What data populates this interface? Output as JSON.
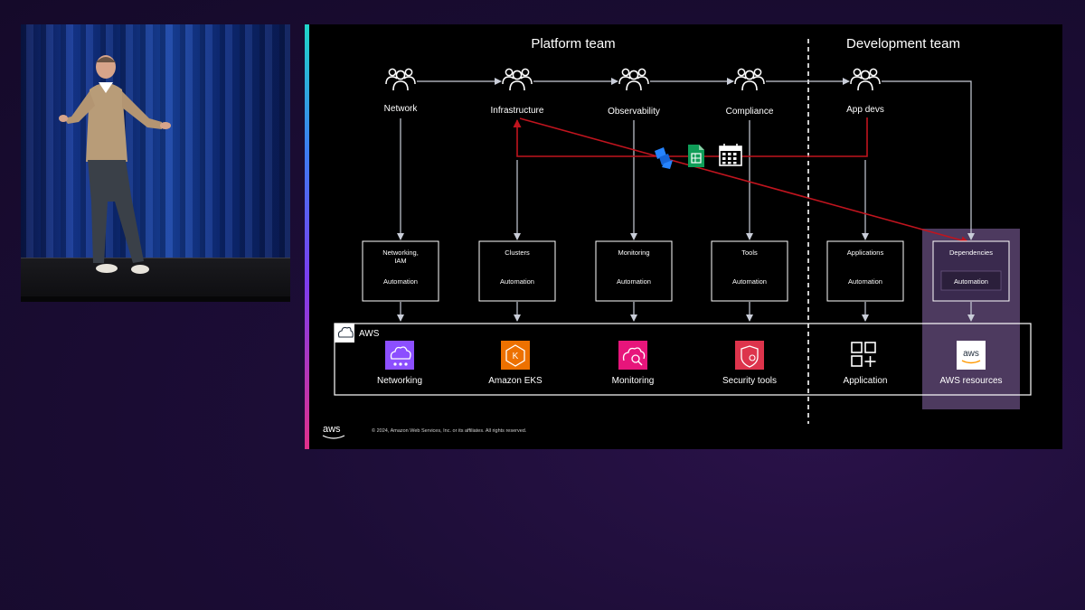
{
  "slide": {
    "platform_team_title": "Platform team",
    "dev_team_title": "Development team",
    "roles": [
      "Network",
      "Infrastructure",
      "Observability",
      "Compliance",
      "App devs"
    ],
    "automation_boxes": [
      {
        "title_lines": [
          "Networking,",
          "IAM"
        ],
        "subtitle": "Automation"
      },
      {
        "title_lines": [
          "Clusters"
        ],
        "subtitle": "Automation"
      },
      {
        "title_lines": [
          "Monitoring"
        ],
        "subtitle": "Automation"
      },
      {
        "title_lines": [
          "Tools"
        ],
        "subtitle": "Automation"
      },
      {
        "title_lines": [
          "Applications"
        ],
        "subtitle": "Automation"
      },
      {
        "title_lines": [
          "Dependencies"
        ],
        "subtitle": "Automation"
      }
    ],
    "aws_label": "AWS",
    "services": [
      "Networking",
      "Amazon EKS",
      "Monitoring",
      "Security tools",
      "Application",
      "AWS resources"
    ],
    "aws_logo_text": "aws",
    "aws_resources_logo_text": "aws",
    "copyright": "© 2024, Amazon Web Services, Inc. or its affiliates. All rights reserved.",
    "tool_icons": [
      "jira-icon",
      "spreadsheet-icon",
      "calendar-icon"
    ],
    "colors": {
      "red_line": "#c0141e",
      "networking_icon": "#8c4fff",
      "eks_icon": "#ed7100",
      "monitoring_icon": "#e7157b",
      "security_icon": "#dd344c",
      "highlight": "#5a4470",
      "jira": "#2684ff",
      "sheets": "#0f9d58"
    }
  }
}
